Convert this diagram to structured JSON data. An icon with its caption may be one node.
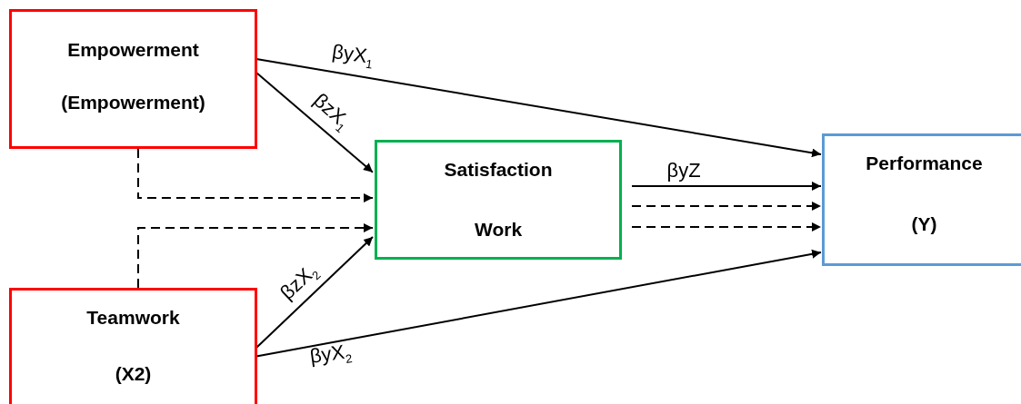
{
  "diagram": {
    "nodes": [
      {
        "text": [
          "Empowerment",
          "(Empowerment)"
        ]
      },
      {
        "text": [
          "Teamwork",
          "(X2)"
        ]
      },
      {
        "text": [
          "Satisfaction",
          "Work"
        ]
      },
      {
        "text": [
          "Performance",
          "(Y)"
        ]
      }
    ],
    "edges": [
      {
        "from": 0,
        "to": 3,
        "arrow": "to",
        "label": "βyX$_{1}$"
      },
      {
        "from": 0,
        "to": 2,
        "arrow": "to",
        "label": "βzX$_{1}$"
      },
      {
        "from": 0,
        "to": 2,
        "arrow": "to",
        "style": "dashed"
      },
      {
        "from": 1,
        "to": 2,
        "arrow": "to",
        "style": "dashed"
      },
      {
        "from": 1,
        "to": 2,
        "arrow": "to",
        "label": "βzX$_{2}$"
      },
      {
        "from": 1,
        "to": 3,
        "arrow": "to",
        "label": "βyX$_{2}$"
      },
      {
        "from": 2,
        "to": 3,
        "arrow": "to",
        "label": "βyZ"
      },
      {
        "from": 2,
        "to": 3,
        "arrow": "to",
        "style": "dashed"
      },
      {
        "from": 2,
        "to": 3,
        "arrow": "to",
        "style": "dashed"
      }
    ]
  }
}
